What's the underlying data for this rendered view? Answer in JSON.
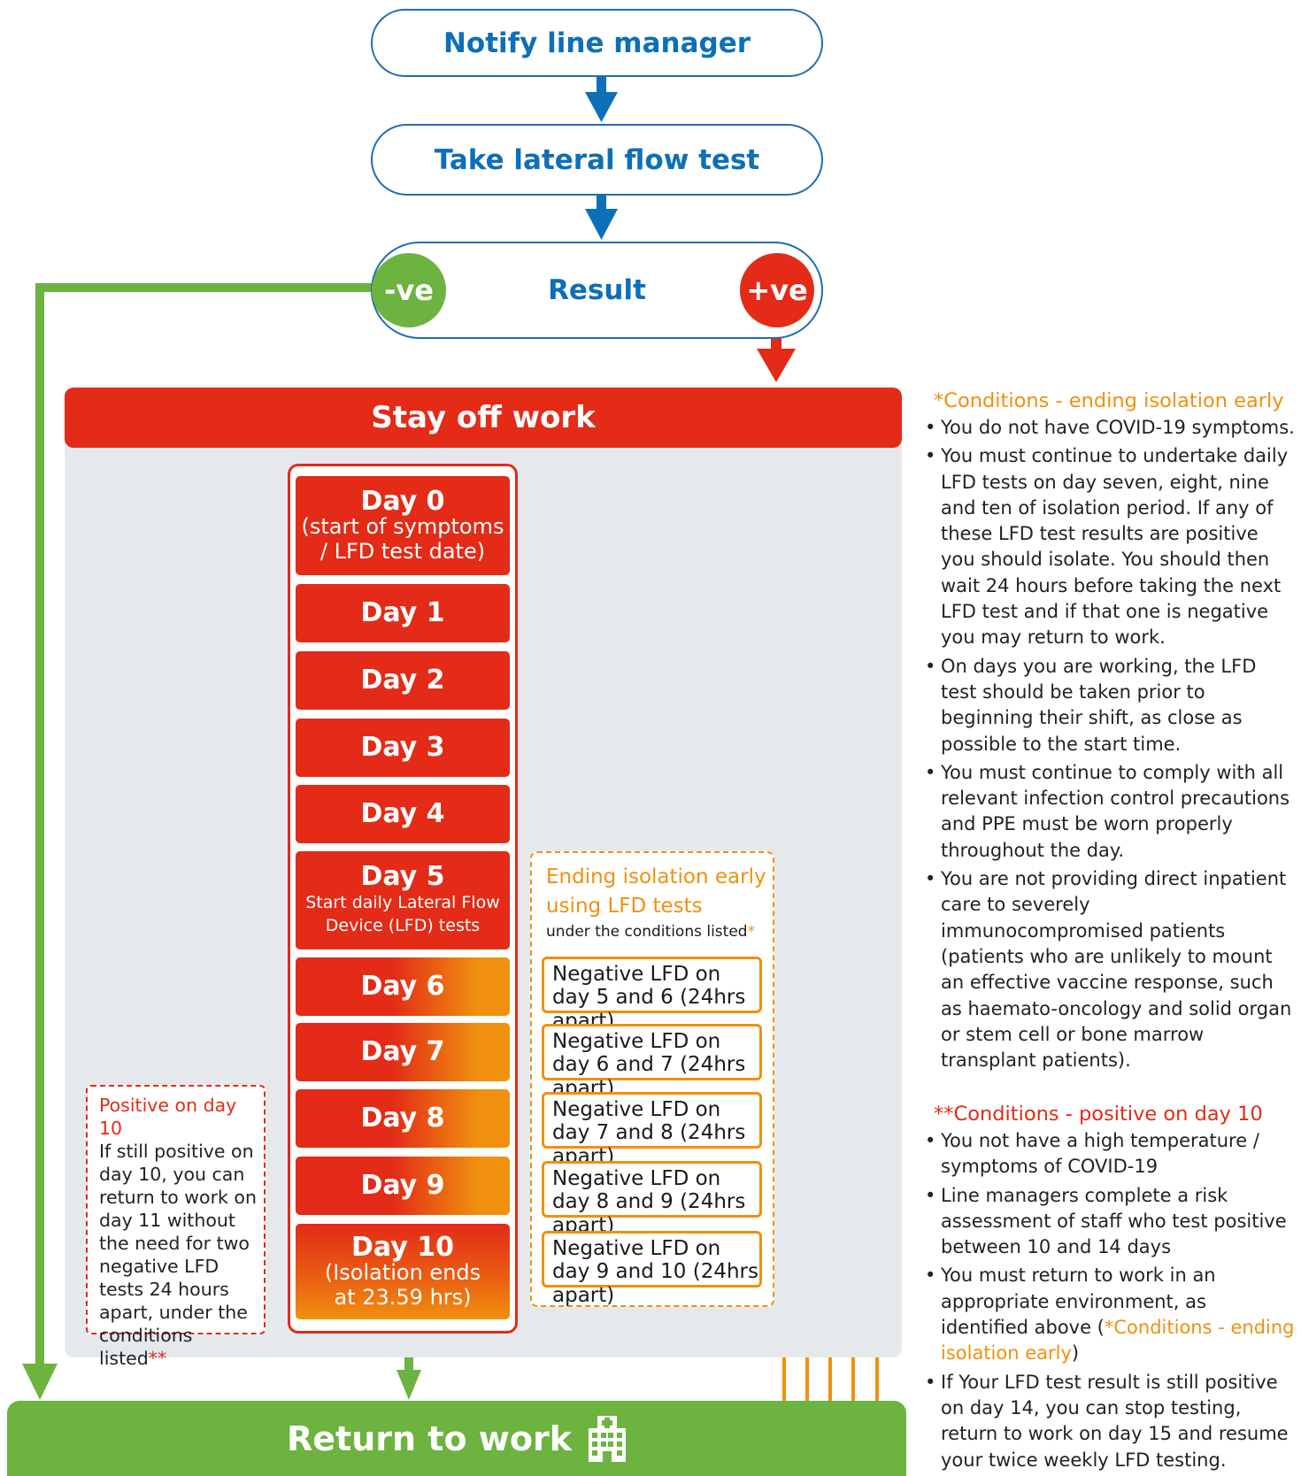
{
  "steps": {
    "notify": "Notify line manager",
    "test": "Take lateral flow test",
    "result": "Result",
    "negative": "-ve",
    "positive": "+ve"
  },
  "stay_off": "Stay off work",
  "days": [
    {
      "title": "Day 0",
      "note": "(start of symptoms / LFD test date)"
    },
    {
      "title": "Day 1"
    },
    {
      "title": "Day 2"
    },
    {
      "title": "Day 3"
    },
    {
      "title": "Day 4"
    },
    {
      "title": "Day 5",
      "note": "Start daily Lateral Flow Device (LFD) tests"
    },
    {
      "title": "Day 6"
    },
    {
      "title": "Day 7"
    },
    {
      "title": "Day 8"
    },
    {
      "title": "Day 9"
    },
    {
      "title": "Day 10",
      "note": "(Isolation ends at 23.59 hrs)"
    }
  ],
  "early": {
    "heading": "Ending isolation early using LFD tests",
    "subheading": "under the conditions listed",
    "star": "*",
    "tests": [
      "Negative LFD on day 5 and 6 (24hrs apart)",
      "Negative LFD on day 6 and 7 (24hrs apart)",
      "Negative LFD on day 7 and 8 (24hrs apart)",
      "Negative LFD on day 8 and 9 (24hrs apart)",
      "Negative LFD on day 9 and 10 (24hrs apart)"
    ]
  },
  "positive_day10": {
    "heading": "Positive on day 10",
    "body": "If still positive on day 10, you can return to work on day 11 without the need for two negative LFD tests 24 hours apart, under the conditions listed",
    "stars": "**"
  },
  "return": "Return to work",
  "conditions_early": {
    "heading": "*Conditions - ending isolation early",
    "items": [
      "You do not have COVID-19 symptoms.",
      "You must continue to undertake daily LFD tests on day seven, eight, nine and ten of isolation period. If any of these LFD test results are positive you should isolate. You should then wait 24 hours before taking the next LFD test and if that one is negative you may return to work.",
      "On days you are working, the LFD test should be taken prior to beginning their shift, as close as possible to the start time.",
      "You must continue to comply with all relevant infection control precautions and PPE must be worn properly throughout the day.",
      "You are not providing direct inpatient care to severely immunocompromised patients (patients who are unlikely to mount an effective vaccine response, such as haemato-oncology and solid organ or stem cell or bone marrow transplant patients)."
    ]
  },
  "conditions_positive": {
    "heading": "**Conditions - positive on day 10",
    "items": [
      "You not have a high temperature / symptoms of COVID-19",
      "Line managers complete a risk assessment of staff who test positive between 10 and 14 days"
    ],
    "item3_before": "You must return to work in an appropriate environment, as identified above (",
    "item3_link": "*Conditions - ending isolation early",
    "item3_after": ")",
    "item4": "If Your LFD test result is still positive on day 14, you can stop testing, return to work on day 15 and resume your twice weekly LFD testing."
  },
  "colors": {
    "blue": "#0d6fb8",
    "red": "#e32b17",
    "orange": "#f0900e",
    "green": "#6db33f",
    "panel": "#e6e9ec"
  }
}
